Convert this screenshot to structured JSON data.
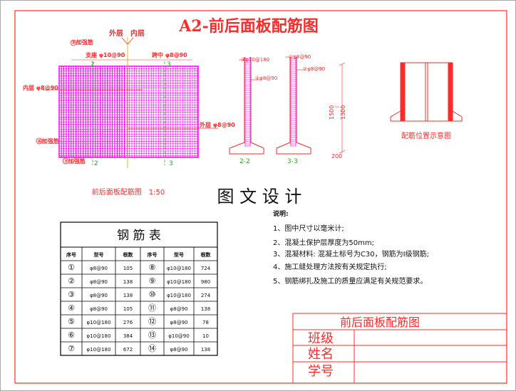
{
  "title": "A2-前后面板配筋图",
  "plan": {
    "label_outer_layer": "外层",
    "label_inner_layer": "内层",
    "label_support": "支座 φ10@90",
    "label_midspan": "跨中 φ8@90",
    "label_inner_left": "内层 φ8@90",
    "label_outer_right": "外层 φ8@90",
    "marker_top_a": "⑤加强筋",
    "marker_left": "⑥加强筋",
    "marker_bottom": "⑦加强筋",
    "section_2_top": "2",
    "section_3_top": "3",
    "section_2_bottom": "2",
    "section_3_bottom": "3",
    "caption": "前后面板配筋图　1:50"
  },
  "sections": {
    "sec22_label": "2-2",
    "sec33_label": "3-3",
    "sec22_top_tag": "③φ10@180",
    "sec22_mid_tag": "④φ8@90",
    "sec33_top_tag": "①φ8@90",
    "sec33_mid_tag": "②φ8@90",
    "dim_1500": "1500",
    "dim_1300": "1300",
    "dim_200": "200"
  },
  "position_sketch": {
    "caption": "配筋位置示意图"
  },
  "design_heading": "图 文 设 计",
  "notes": {
    "heading": "说明:",
    "items": [
      "1、图中尺寸以毫米计;",
      "2、混凝土保护层厚度为50mm;",
      "3、混凝材料: 混凝土标号为C30，钢筋为Ⅰ级钢筋;",
      "4、施工缝处理方法按有关规定执行;",
      "5、钢筋绑扎及施工的质量应满足有关规范要求。"
    ]
  },
  "rebar_table": {
    "title": "钢 筋 表",
    "headers": [
      "序号",
      "型号",
      "根数",
      "序号",
      "型号",
      "根数"
    ],
    "rows": [
      [
        "①",
        "φ8@90",
        "105",
        "⑧",
        "φ10@180",
        "724"
      ],
      [
        "②",
        "φ8@90",
        "138",
        "⑨",
        "φ10@180",
        "980"
      ],
      [
        "③",
        "φ8@90",
        "138",
        "⑩",
        "φ10@180",
        "274"
      ],
      [
        "④",
        "φ8@90",
        "105",
        "⑪",
        "φ8@90",
        "138"
      ],
      [
        "⑤",
        "φ10@180",
        "276",
        "⑫",
        "φ8@90",
        "78"
      ],
      [
        "⑥",
        "φ10@180",
        "384",
        "⑬",
        "φ10@90",
        "10"
      ],
      [
        "⑦",
        "φ10@180",
        "672",
        "⑭",
        "φ8@90",
        "138"
      ]
    ]
  },
  "title_block": {
    "name": "前后面板配筋图",
    "class_label": "班级",
    "name_label": "姓名",
    "id_label": "学号"
  }
}
